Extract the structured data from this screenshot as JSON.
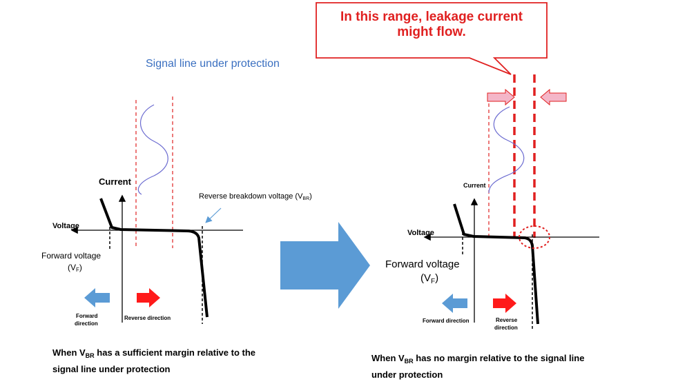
{
  "callout": {
    "line1": "In this range, leakage current",
    "line2": "might flow."
  },
  "colors": {
    "accent_red": "#e02020",
    "signal_blue": "#3a6fc0",
    "arrow_blue": "#5b9bd5",
    "pink": "#f4b6c8",
    "curve": "#000000"
  },
  "left": {
    "signal_label": "Signal line under protection",
    "current_label": "Current",
    "voltage_label": "Voltage",
    "breakdown_label": "Reverse breakdown voltage (V",
    "breakdown_sub": "BR",
    "breakdown_close": ")",
    "forward_voltage_1": "Forward voltage",
    "forward_voltage_2": "(V",
    "forward_voltage_sub": "F",
    "forward_voltage_close": ")",
    "forward_direction_1": "Forward",
    "forward_direction_2": "direction",
    "reverse_direction": "Reverse direction",
    "caption_1_pre": "When V",
    "caption_1_sub": "BR",
    "caption_1_post": " has a sufficient margin relative to the",
    "caption_2": "signal line under protection"
  },
  "right": {
    "current_label": "Current",
    "voltage_label": "Voltage",
    "forward_voltage_1": "Forward voltage",
    "forward_voltage_2": "(V",
    "forward_voltage_sub": "F",
    "forward_voltage_close": ")",
    "forward_direction": "Forward direction",
    "reverse_direction_1": "Reverse",
    "reverse_direction_2": "direction",
    "caption_1_pre": "When V",
    "caption_1_sub": "BR",
    "caption_1_post": " has no margin relative to the signal line",
    "caption_2": "under protection"
  }
}
